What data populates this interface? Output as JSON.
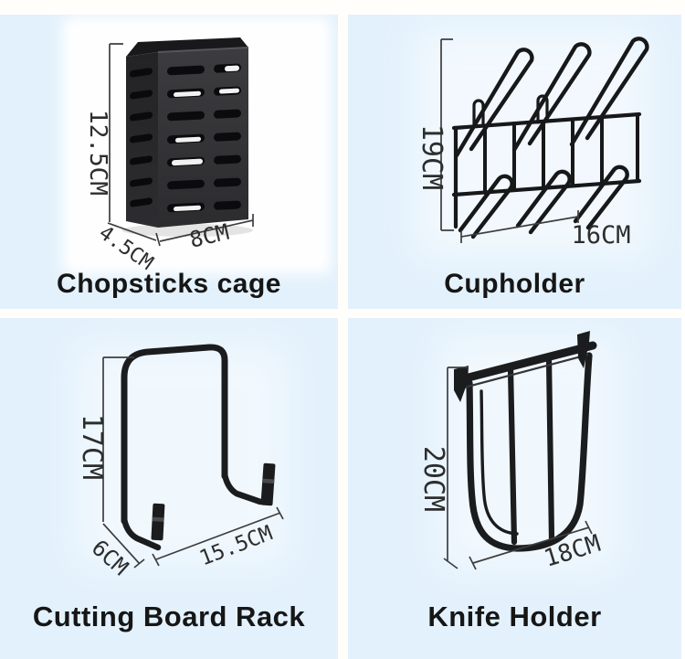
{
  "products": [
    {
      "name": "Chopsticks cage",
      "dimensions": {
        "height": "12.5CM",
        "depth": "4.5CM",
        "width": "8CM"
      }
    },
    {
      "name": "Cupholder",
      "dimensions": {
        "height": "19CM",
        "width": "16CM"
      }
    },
    {
      "name": "Cutting Board Rack",
      "dimensions": {
        "height": "17CM",
        "depth": "6CM",
        "width": "15.5CM"
      }
    },
    {
      "name": "Knife Holder",
      "dimensions": {
        "height": "20CM",
        "width": "18CM"
      }
    }
  ],
  "colors": {
    "page_background": "#fffefb",
    "panel_background": "#e3f1fc",
    "product_black": "#1b1c1e",
    "label_text": "#161616",
    "dimension_text": "#2d2d2d",
    "dimension_line": "#3e3e3e"
  }
}
